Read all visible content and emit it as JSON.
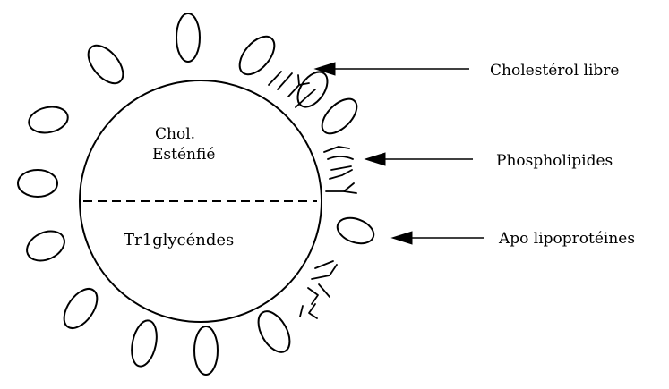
{
  "diagram": {
    "core_upper_label_line1": "Chol.",
    "core_upper_label_line2": "Esténfié",
    "core_lower_label": "Tr1glycéndes",
    "labels": {
      "free_cholesterol": "Cholestérol libre",
      "phospholipids": "Phospholipides",
      "apolipoproteins": "Apo lipoprotéines"
    },
    "colors": {
      "stroke": "#000000",
      "background": "#ffffff"
    }
  }
}
